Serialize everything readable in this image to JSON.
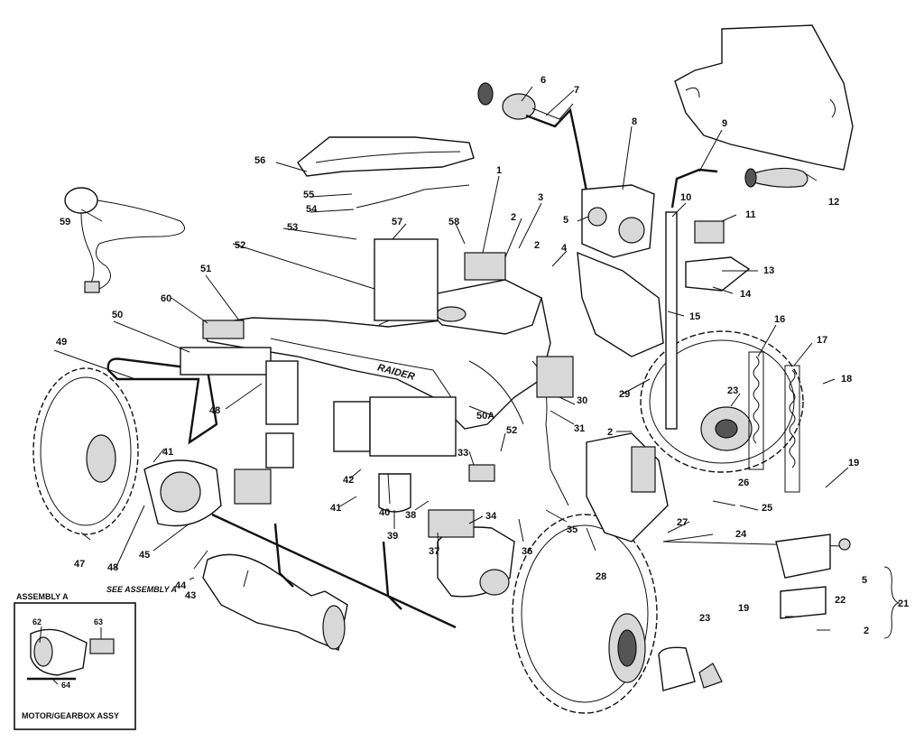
{
  "diagram": {
    "brand_text": "RAIDER",
    "callouts": [
      "1",
      "2",
      "2",
      "2",
      "2",
      "3",
      "4",
      "5",
      "5",
      "6",
      "7",
      "8",
      "9",
      "10",
      "11",
      "12",
      "13",
      "14",
      "15",
      "16",
      "17",
      "18",
      "19",
      "19",
      "21",
      "22",
      "23",
      "23",
      "24",
      "25",
      "26",
      "27",
      "28",
      "29",
      "30",
      "31",
      "33",
      "34",
      "35",
      "36",
      "37",
      "38",
      "39",
      "40",
      "41",
      "41",
      "42",
      "43",
      "44",
      "45",
      "47",
      "48",
      "48",
      "49",
      "50",
      "50A",
      "51",
      "52",
      "52",
      "53",
      "54",
      "55",
      "56",
      "57",
      "58",
      "59",
      "60"
    ],
    "see_note": "SEE ASSEMBLY A",
    "inset": {
      "title": "ASSEMBLY A",
      "caption": "MOTOR/GEARBOX ASSY",
      "callouts": [
        "62",
        "63",
        "64"
      ]
    }
  }
}
